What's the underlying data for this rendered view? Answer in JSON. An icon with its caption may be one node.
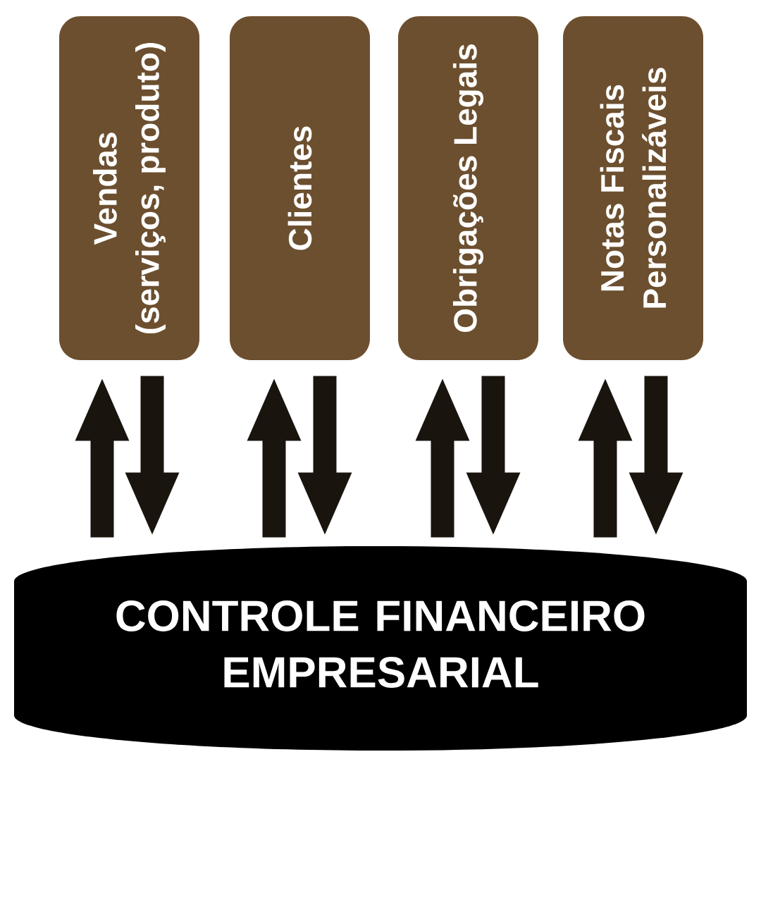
{
  "diagram": {
    "nodes": [
      {
        "text": [
          "Vendas (serviços, produto)"
        ]
      },
      {
        "text": [
          "Clientes"
        ]
      },
      {
        "text": [
          "Obrigações Legais"
        ]
      },
      {
        "text": [
          "Notas Fiscais Personalizáveis"
        ]
      },
      {
        "text": [
          "CONTROLE FINANCEIRO EMPRESARIAL"
        ]
      }
    ],
    "edges": [
      {
        "from": 4,
        "to": 0,
        "arrow": "to"
      },
      {
        "from": 0,
        "to": 4,
        "arrow": "to"
      },
      {
        "from": 4,
        "to": 1,
        "arrow": "to"
      },
      {
        "from": 1,
        "to": 4,
        "arrow": "to"
      },
      {
        "from": 4,
        "to": 2,
        "arrow": "to"
      },
      {
        "from": 2,
        "to": 4,
        "arrow": "to"
      },
      {
        "from": 4,
        "to": 3,
        "arrow": "to"
      },
      {
        "from": 3,
        "to": 4,
        "arrow": "to"
      }
    ]
  }
}
